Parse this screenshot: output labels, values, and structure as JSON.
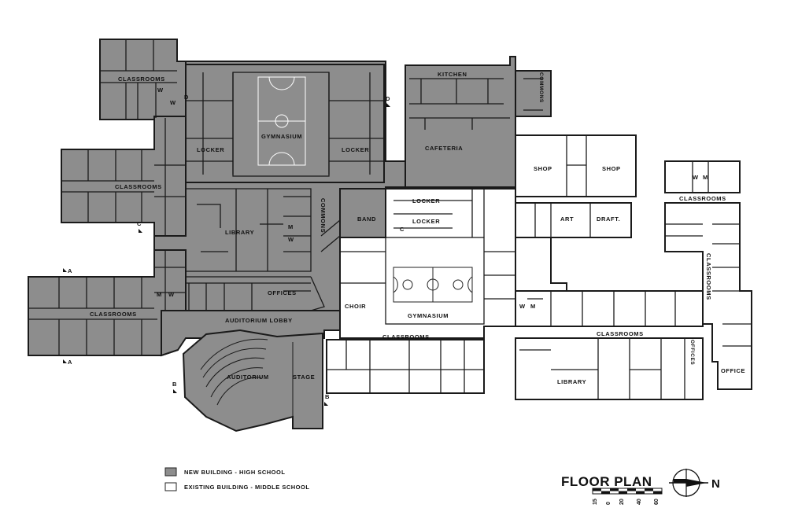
{
  "title": "FLOOR PLAN",
  "north_label": "N",
  "scale_labels": [
    "15",
    "0",
    "20",
    "40",
    "60"
  ],
  "colors": {
    "new_building": "#8d8d8d",
    "existing_building": "#ffffff",
    "line": "#1a1a1a"
  },
  "legend": [
    {
      "label": "NEW BUILDING - HIGH SCHOOL",
      "swatch": "new_building"
    },
    {
      "label": "EXISTING BUILDING - MIDDLE SCHOOL",
      "swatch": "existing_building"
    }
  ],
  "rooms": {
    "classrooms_nw": "CLASSROOMS",
    "classrooms_w": "CLASSROOMS",
    "classrooms_sw": "CLASSROOMS",
    "locker_w": "LOCKER",
    "gymnasium_new": "GYMNASIUM",
    "locker_e": "LOCKER",
    "kitchen": "KITCHEN",
    "cafeteria": "CAFETERIA",
    "commons_ne": "COMMONS",
    "library_new": "LIBRARY",
    "commons": "COMMONS",
    "band": "BAND",
    "offices_new": "OFFICES",
    "auditorium_lobby": "AUDITORIUM LOBBY",
    "auditorium": "AUDITORIUM",
    "stage": "STAGE",
    "shop_1": "SHOP",
    "shop_2": "SHOP",
    "art": "ART",
    "draft": "DRAFT.",
    "locker_mid_1": "LOCKER",
    "locker_mid_2": "LOCKER",
    "choir": "CHOIR",
    "gymnasium_old": "GYMNASIUM",
    "classrooms_mid": "CLASSROOMS",
    "classrooms_east": "CLASSROOMS",
    "library_old": "LIBRARY",
    "offices_old": "OFFICES",
    "office": "OFFICE",
    "classrooms_far_e": "CLASSROOMS",
    "classrooms_top_e": "CLASSROOMS"
  },
  "restroom_marks": {
    "w": "W",
    "m": "M"
  },
  "section_markers": {
    "a": "A",
    "b": "B",
    "c": "C",
    "d": "D"
  }
}
